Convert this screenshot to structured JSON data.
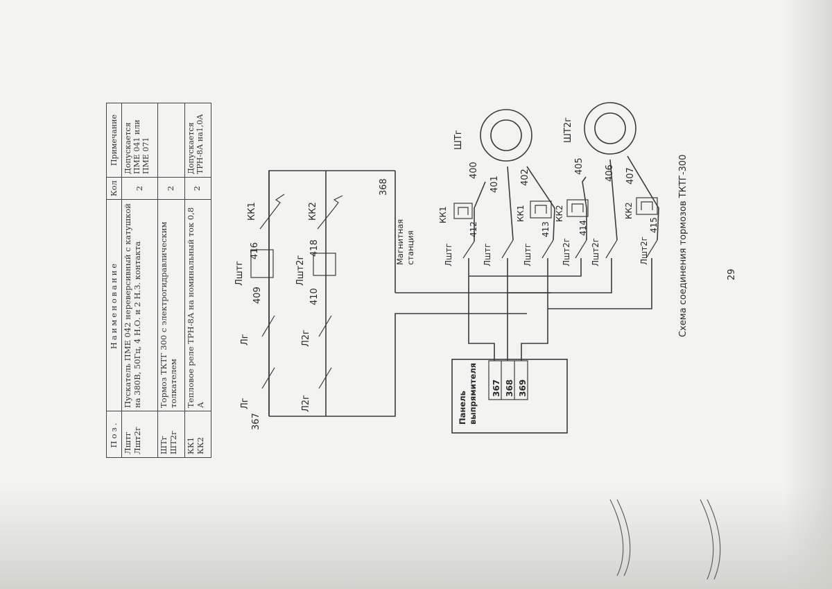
{
  "table": {
    "headers": {
      "pos": "Поз.",
      "name": "Наименование",
      "kol": "Кол",
      "note": "Примечание"
    },
    "rows": [
      {
        "pos": "ЛШТГ ЛШТ2Г",
        "pos_line1": "Лштг",
        "pos_line2": "Лшт2г",
        "name": "Пускатель ПМЕ 042 нереверсивный с катушкой на 380В, 50Гц, 4 Н.О. и 2 Н.З. контакта",
        "kol": "2",
        "note": "Допускается ПМЕ 041 или ПМЕ 071"
      },
      {
        "pos_line1": "ШТг",
        "pos_line2": "ШТ2г",
        "name": "Тормоз ТКТГ 300 с электрогидравлическим толкателем",
        "kol": "2",
        "note": ""
      },
      {
        "pos_line1": "КК1",
        "pos_line2": "КК2",
        "name": "Тепловое реле ТРН-8А на номинальный ток 0,8 А",
        "kol": "2",
        "note": "Допускается ТРН-8А на1,0А"
      }
    ]
  },
  "diagram": {
    "wire_numbers": [
      "367",
      "409",
      "416",
      "410",
      "418",
      "368",
      "400",
      "401",
      "402",
      "405",
      "406",
      "407",
      "412",
      "413",
      "414",
      "415"
    ],
    "labels": {
      "lg": "Лг",
      "l2g": "Л2г",
      "lshtg": "Лштг",
      "lsht2g": "Лшт2г",
      "kk1": "КК1",
      "kk2": "КК2",
      "station": "Магнитная станция",
      "panel": "Панель выпрямителя",
      "shtg": "ШТг",
      "sht2g": "ШТ2г"
    },
    "panel_terminals": [
      "367",
      "368",
      "369"
    ]
  },
  "caption": "Схема соединения тормозов ТКТГ-300",
  "page_number": "29",
  "colors": {
    "ink": "#3a3a3a",
    "paper": "#f3f3f1"
  }
}
